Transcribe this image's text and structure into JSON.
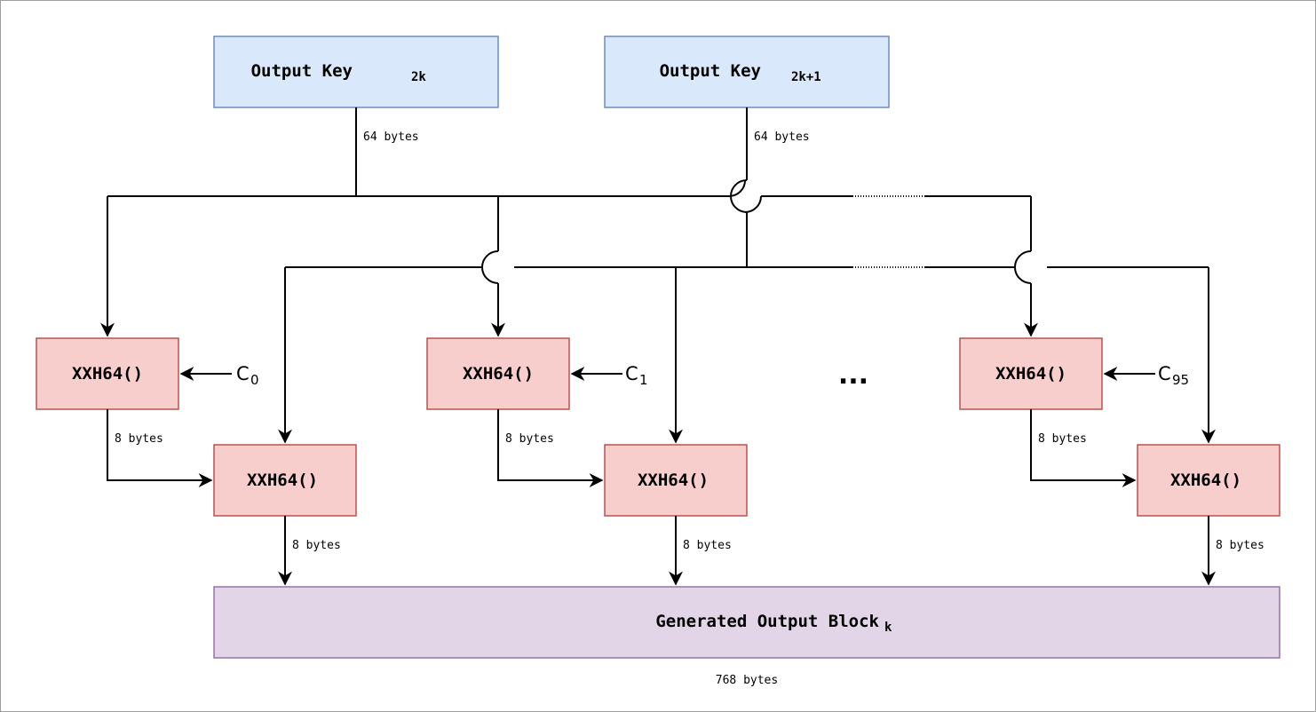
{
  "keys": [
    {
      "label": "Output Key",
      "subscript": "2k"
    },
    {
      "label": "Output Key",
      "subscript": "2k+1"
    }
  ],
  "key_size": "64 bytes",
  "hash_label": "XXH64()",
  "hash_output_size": "8 bytes",
  "constants": [
    {
      "label": "C",
      "subscript": "0"
    },
    {
      "label": "C",
      "subscript": "1"
    },
    {
      "label": "C",
      "subscript": "95"
    }
  ],
  "ellipsis": "...",
  "output_block": {
    "label": "Generated Output Block",
    "subscript": "k",
    "size": "768 bytes"
  }
}
